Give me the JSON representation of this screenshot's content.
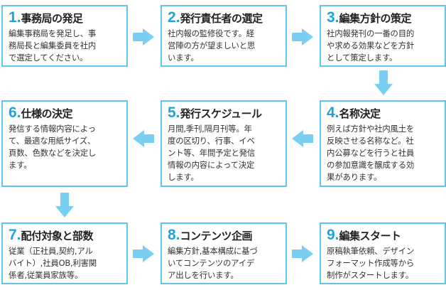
{
  "colors": {
    "accent": "#1ea3dc",
    "border": "#5ec5ee",
    "arrow": "#79cff2"
  },
  "steps": [
    {
      "num": "1.",
      "title": "事務局の発足",
      "body": [
        "編集事務局を発足し、事",
        "務局長と編集委員を社内",
        "で選定してください。"
      ]
    },
    {
      "num": "2.",
      "title": "発行責任者の選定",
      "body": [
        "社内報の監修役です。経",
        "営陣の方が望ましいと思",
        "います。"
      ]
    },
    {
      "num": "3.",
      "title": "編集方針の策定",
      "body": [
        "社内報発刊の一番の目的",
        "や求める効果などを方針",
        "として策定します。"
      ]
    },
    {
      "num": "4.",
      "title": "名称決定",
      "body": [
        "例えば方針や社内風土を",
        "反映させる名称など。社",
        "内公募などを行うと社員",
        "の参加意識を醸成する効",
        "果があります。"
      ]
    },
    {
      "num": "5.",
      "title": "発行スケジュール",
      "body": [
        "月間,季刊,隔月刊等。年",
        "度の区切り、行事、イベ",
        "ント等、年間予定と発信",
        "情報の内容によって決定",
        "します。"
      ]
    },
    {
      "num": "6.",
      "title": "仕様の決定",
      "body": [
        "発信する情報内容によっ",
        "て、最適な用紙サイズ、",
        "頁数、色数などを決定し",
        "ます。"
      ]
    },
    {
      "num": "7.",
      "title": "配付対象と部数",
      "body": [
        "従業（正社員,契約,アル",
        "バイト）,社員OB,利害関",
        "係者,従業員家族等。"
      ]
    },
    {
      "num": "8.",
      "title": "コンテンツ企画",
      "body": [
        "編集方針,基本構成に基づ",
        "いてコンテンツのアイデ",
        "ア出しを行います。"
      ]
    },
    {
      "num": "9.",
      "title": "編集スタート",
      "body": [
        "原稿執筆依頼、デザイン",
        "フォーマット作成等から",
        "制作がスタートします。"
      ]
    }
  ]
}
